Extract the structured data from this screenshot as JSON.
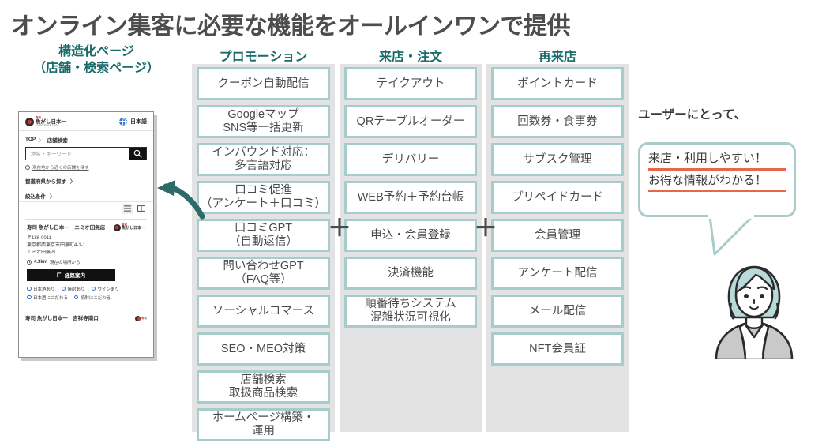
{
  "title": "オンライン集客に必要な機能をオールインワンで提供",
  "headers": {
    "structured_line1": "構造化ページ",
    "structured_line2": "（店舗・検索ページ）",
    "promotion": "プロモーション",
    "visit": "来店・注文",
    "repeat": "再来店"
  },
  "operators": {
    "plus1": "＋",
    "plus2": "＋"
  },
  "columns": {
    "promotion": [
      {
        "text": "クーポン自動配信"
      },
      {
        "line1": "Googleマップ",
        "line2": "SNS等一括更新"
      },
      {
        "line1": "インバウンド対応：",
        "line2": "多言語対応"
      },
      {
        "line1": "口コミ促進",
        "line2": "（アンケート＋口コミ）"
      },
      {
        "line1": "口コミGPT",
        "line2": "（自動返信）"
      },
      {
        "line1": "問い合わせGPT",
        "line2": "（FAQ等）"
      },
      {
        "text": "ソーシャルコマース"
      },
      {
        "text": "SEO・MEO対策"
      },
      {
        "line1": "店舗検索",
        "line2": "取扱商品検索"
      },
      {
        "line1": "ホームページ構築・",
        "line2": "運用"
      }
    ],
    "visit": [
      {
        "text": "テイクアウト"
      },
      {
        "text": "QRテーブルオーダー"
      },
      {
        "text": "デリバリー"
      },
      {
        "text": "WEB予約＋予約台帳"
      },
      {
        "text": "申込・会員登録"
      },
      {
        "text": "決済機能"
      },
      {
        "line1": "順番待ちシステム",
        "line2": "混雑状況可視化"
      }
    ],
    "repeat": [
      {
        "text": "ポイントカード"
      },
      {
        "text": "回数券・食事券"
      },
      {
        "text": "サブスク管理"
      },
      {
        "text": "プリペイドカード"
      },
      {
        "text": "会員管理"
      },
      {
        "text": "アンケート配信"
      },
      {
        "text": "メール配信"
      },
      {
        "text": "NFT会員証"
      }
    ]
  },
  "phone": {
    "logo": {
      "sup": "寿司",
      "main": "魚がし日本一",
      "sub": "SUSHI SINCE 1905"
    },
    "language": "日本語",
    "breadcrumb": {
      "home": "TOP",
      "separator": "〉",
      "current": "店舗検索"
    },
    "search_placeholder": "地名・キーワード",
    "geo_link": "現在地から近くの店舗を探す",
    "prefecture_link": "都道府県から探す",
    "prefecture_chevron": "〉",
    "filter_link": "絞込条件",
    "filter_chevron": "〉",
    "shop": {
      "name": "寿司 魚がし日本一　エミオ田無店",
      "postal": "〒188-0011",
      "address": "東京都西東京市田無町4-1-1",
      "building": "エミオ田無内",
      "distance": "4.3km",
      "distance_suffix": "現在の場所から",
      "route_button": "経路案内"
    },
    "filters": [
      "日本酒あり",
      "焼酎あり",
      "ワインあり",
      "日本酒にこだわる",
      "焼酎にこだわる"
    ],
    "shop2_name": "寿司 魚がし日本一　吉祥寺南口"
  },
  "callout": {
    "label": "ユーザーにとって、",
    "lines": [
      "来店・利用しやすい！",
      "お得な情報がわかる！"
    ]
  },
  "colors": {
    "box_border": "#a6cdcb",
    "column_bg": "#e3e3e3",
    "header_text": "#1b6b6b",
    "title_text": "#4d4d4d",
    "accent_underline": "#e8664a",
    "arrow": "#2d6b6b",
    "bubble_border": "#a9cbc9"
  }
}
